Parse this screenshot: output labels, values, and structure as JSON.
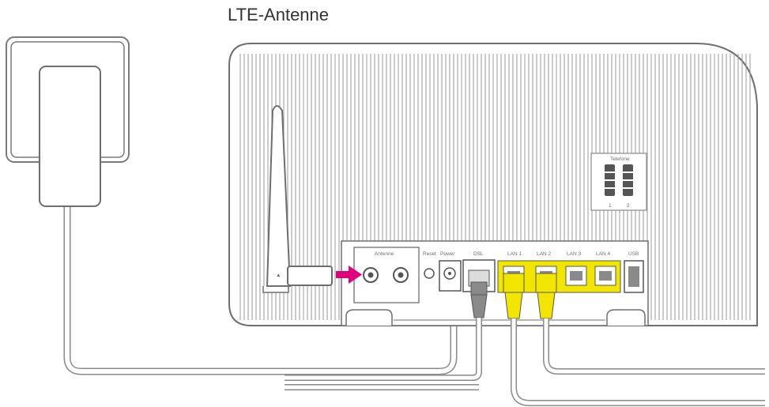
{
  "title": "LTE-Antenne",
  "router": {
    "telefone_label": "Telefone",
    "telefone_numbers": [
      "1",
      "2"
    ],
    "antenne_label": "Antenne",
    "reset_label": "Reset",
    "power_label": "Power",
    "dsl_label": "DSL",
    "lan_labels": [
      "LAN 1",
      "LAN 2",
      "LAN 3",
      "LAN 4"
    ],
    "usb_label": "USB"
  },
  "colors": {
    "line": "#7a7a7a",
    "lan_highlight": "#f2e600",
    "arrow": "#e0007a",
    "dsl_plug": "#8a8a8a"
  },
  "icons": {
    "usb": "usb-icon",
    "arrow": "arrow-right-icon"
  }
}
